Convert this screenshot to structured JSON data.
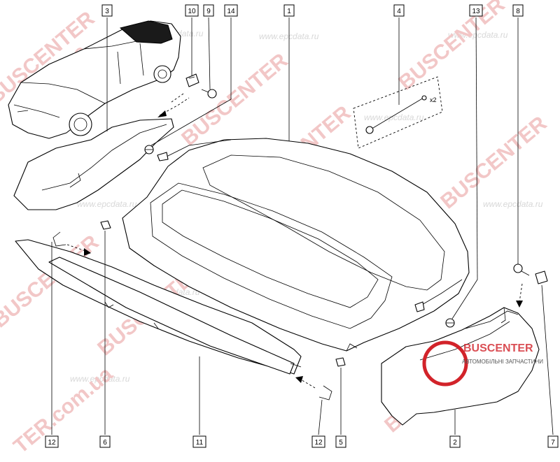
{
  "callouts": [
    {
      "id": "c3",
      "label": "3"
    },
    {
      "id": "c10",
      "label": "10"
    },
    {
      "id": "c9",
      "label": "9"
    },
    {
      "id": "c14",
      "label": "14"
    },
    {
      "id": "c1",
      "label": "1"
    },
    {
      "id": "c4",
      "label": "4"
    },
    {
      "id": "c13",
      "label": "13"
    },
    {
      "id": "c8",
      "label": "8"
    },
    {
      "id": "c12a",
      "label": "12"
    },
    {
      "id": "c6",
      "label": "6"
    },
    {
      "id": "c11",
      "label": "11"
    },
    {
      "id": "c12b",
      "label": "12"
    },
    {
      "id": "c5",
      "label": "5"
    },
    {
      "id": "c2",
      "label": "2"
    },
    {
      "id": "c7",
      "label": "7"
    }
  ],
  "annotations": {
    "qty": "x2"
  },
  "watermarks": {
    "brand": "BUSCENTER",
    "brand_tail": "TER.com.ua",
    "domain": ".com.ua",
    "site": "www.epcdata.ru",
    "logo_name": "BUSCENTER",
    "logo_tagline": "АВТОМОБІЛЬНІ ЗАПЧАСТИНИ"
  },
  "colors": {
    "line": "#000000",
    "watermark_red": "#f2c7c7",
    "watermark_grey": "#d8d8d8",
    "logo_red": "#d2232a"
  }
}
